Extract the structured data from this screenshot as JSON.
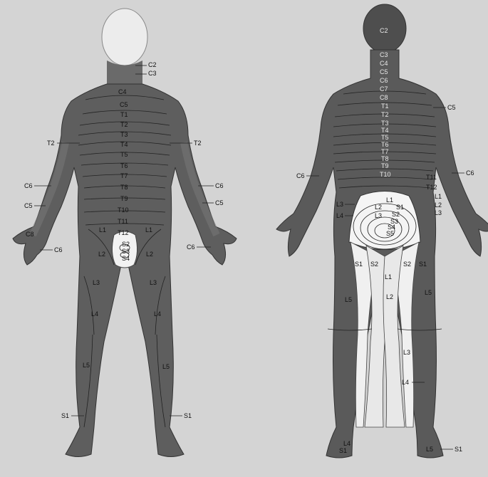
{
  "colors": {
    "background": "#d4d4d4",
    "skin_dark": "#5e5e5e",
    "skin_mid": "#777777",
    "skin_light": "#f4f4f4",
    "head_pale": "#ececec"
  },
  "front": {
    "labels": {
      "c2": "C2",
      "c3": "C3",
      "c4": "C4",
      "c5": "C5",
      "c6l": "C6",
      "c6r": "C6",
      "c5l": "C5",
      "c5r": "C5",
      "c8l": "C8",
      "c6rh": "C6",
      "t1": "T1",
      "t2c": "T2",
      "t3": "T3",
      "t4": "T4",
      "t5": "T5",
      "t6": "T6",
      "t7": "T7",
      "t8": "T8",
      "t9": "T9",
      "t10": "T10",
      "t11": "T11",
      "t12": "T12",
      "t2l": "T2",
      "t2r": "T2",
      "l1l": "L1",
      "l1r": "L1",
      "l2l": "L2",
      "l2r": "L2",
      "l3l": "L3",
      "l3r": "L3",
      "l4l": "L4",
      "l4r": "L4",
      "l5l": "L5",
      "l5r": "L5",
      "s1l": "S1",
      "s1r": "S1",
      "s2": "S2",
      "s3": "S3",
      "s4": "S4"
    }
  },
  "back": {
    "labels": {
      "c2": "C2",
      "c3": "C3",
      "c4": "C4",
      "c5": "C5",
      "c6": "C6",
      "c7": "C7",
      "c8": "C8",
      "t1": "T1",
      "t2": "T2",
      "t3": "T3",
      "t4": "T4",
      "t5": "T5",
      "t6": "T6",
      "t7": "T7",
      "t8": "T8",
      "t9": "T9",
      "t10": "T10",
      "t11": "T11",
      "t12": "T12",
      "l1": "L1",
      "l2": "L2",
      "l3": "L3",
      "l1c": "L1",
      "l2c": "L2",
      "l3c": "L3",
      "s1c": "S1",
      "s2c": "S2",
      "s3c": "S3",
      "s4c": "S4",
      "s5c": "S5",
      "c5r": "C5",
      "c6l": "C6",
      "c6r": "C6",
      "l3l": "L3",
      "l4l": "L4",
      "s1l": "S1",
      "s2l": "S2",
      "s2r": "S2",
      "s1r": "S1",
      "l1d": "L1",
      "l2d": "L2",
      "l5l": "L5",
      "l5r": "L5",
      "l3d": "L3",
      "l4d": "L4",
      "s1f": "S1",
      "l4f": "L4",
      "l5f": "L5",
      "s1fr": "S1"
    }
  }
}
